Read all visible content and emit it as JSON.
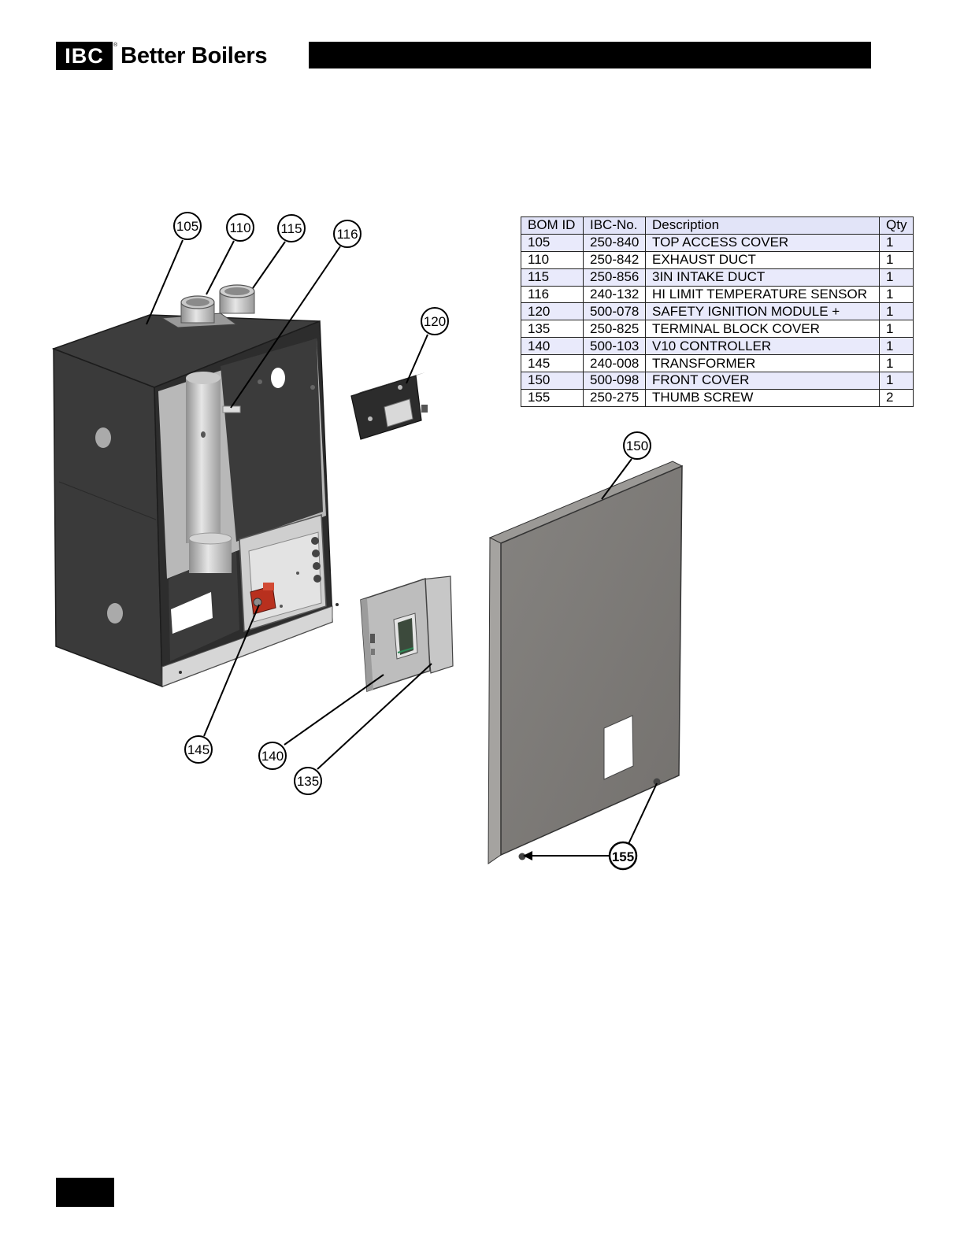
{
  "header": {
    "logo_mark": "IBC",
    "brand": "Better Boilers"
  },
  "bom": {
    "columns": [
      "BOM ID",
      "IBC-No.",
      "Description",
      "Qty"
    ],
    "rows": [
      [
        "105",
        "250-840",
        "TOP ACCESS COVER",
        "1"
      ],
      [
        "110",
        "250-842",
        "EXHAUST DUCT",
        "1"
      ],
      [
        "115",
        "250-856",
        "3IN INTAKE DUCT",
        "1"
      ],
      [
        "116",
        "240-132",
        "HI LIMIT TEMPERATURE SENSOR",
        "1"
      ],
      [
        "120",
        "500-078",
        "SAFETY IGNITION MODULE +",
        "1"
      ],
      [
        "135",
        "250-825",
        "TERMINAL BLOCK COVER",
        "1"
      ],
      [
        "140",
        "500-103",
        "V10 CONTROLLER",
        "1"
      ],
      [
        "145",
        "240-008",
        "TRANSFORMER",
        "1"
      ],
      [
        "150",
        "500-098",
        "FRONT COVER",
        "1"
      ],
      [
        "155",
        "250-275",
        "THUMB SCREW",
        "2"
      ]
    ]
  },
  "callouts": [
    "105",
    "110",
    "115",
    "116",
    "120",
    "145",
    "140",
    "135",
    "150",
    "155"
  ],
  "colors": {
    "cabinet_dark": "#3b3b3b",
    "cabinet_inner": "#b9b9b9",
    "panel_gray": "#7d7b78",
    "table_band": "#e9eafb",
    "transformer_red": "#b8301e"
  }
}
